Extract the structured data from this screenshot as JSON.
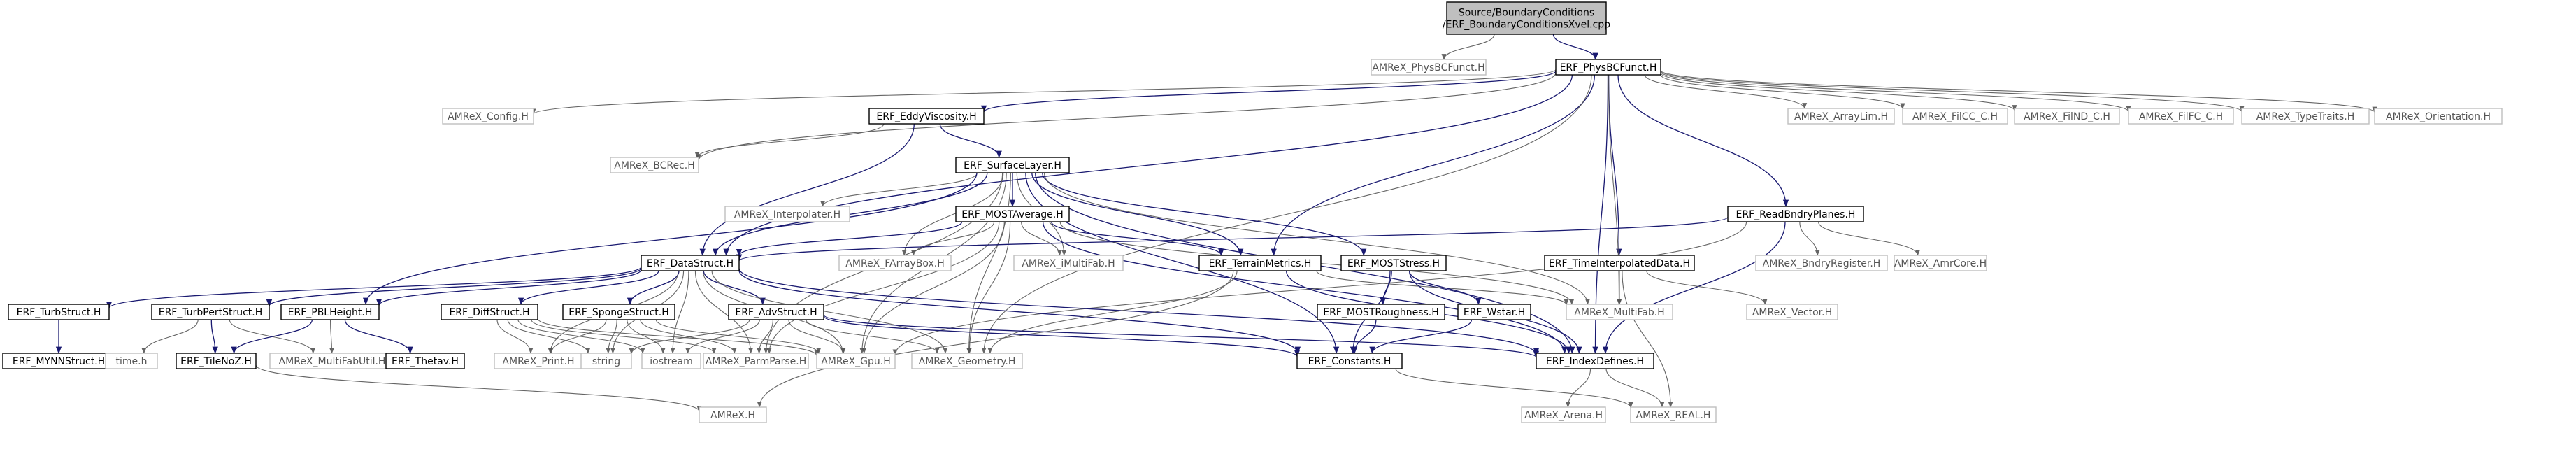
{
  "nodes": [
    {
      "id": "root",
      "lines": [
        "Source/BoundaryConditions",
        "/ERF_BoundaryConditionsXvel.cpp"
      ],
      "kind": "root"
    },
    {
      "id": "physbcfunct_amrex",
      "lines": [
        "AMReX_PhysBCFunct.H"
      ],
      "kind": "ext"
    },
    {
      "id": "physbcfunct",
      "lines": [
        "ERF_PhysBCFunct.H"
      ],
      "kind": "box"
    },
    {
      "id": "config",
      "lines": [
        "AMReX_Config.H"
      ],
      "kind": "ext"
    },
    {
      "id": "eddy",
      "lines": [
        "ERF_EddyViscosity.H"
      ],
      "kind": "box"
    },
    {
      "id": "arraylim",
      "lines": [
        "AMReX_ArrayLim.H"
      ],
      "kind": "ext"
    },
    {
      "id": "filcc",
      "lines": [
        "AMReX_FilCC_C.H"
      ],
      "kind": "ext"
    },
    {
      "id": "filnd",
      "lines": [
        "AMReX_FilND_C.H"
      ],
      "kind": "ext"
    },
    {
      "id": "filfc",
      "lines": [
        "AMReX_FilFC_C.H"
      ],
      "kind": "ext"
    },
    {
      "id": "typetraits",
      "lines": [
        "AMReX_TypeTraits.H"
      ],
      "kind": "ext"
    },
    {
      "id": "orientation",
      "lines": [
        "AMReX_Orientation.H"
      ],
      "kind": "ext"
    },
    {
      "id": "bcrec",
      "lines": [
        "AMReX_BCRec.H"
      ],
      "kind": "ext"
    },
    {
      "id": "surfacelayer",
      "lines": [
        "ERF_SurfaceLayer.H"
      ],
      "kind": "box"
    },
    {
      "id": "readbndry",
      "lines": [
        "ERF_ReadBndryPlanes.H"
      ],
      "kind": "box"
    },
    {
      "id": "interpolater",
      "lines": [
        "AMReX_Interpolater.H"
      ],
      "kind": "ext"
    },
    {
      "id": "mostaverage",
      "lines": [
        "ERF_MOSTAverage.H"
      ],
      "kind": "box"
    },
    {
      "id": "bndryregister",
      "lines": [
        "AMReX_BndryRegister.H"
      ],
      "kind": "ext"
    },
    {
      "id": "amrcore",
      "lines": [
        "AMReX_AmrCore.H"
      ],
      "kind": "ext"
    },
    {
      "id": "datastruct",
      "lines": [
        "ERF_DataStruct.H"
      ],
      "kind": "box"
    },
    {
      "id": "farraybox",
      "lines": [
        "AMReX_FArrayBox.H"
      ],
      "kind": "ext"
    },
    {
      "id": "imultifab",
      "lines": [
        "AMReX_iMultiFab.H"
      ],
      "kind": "ext"
    },
    {
      "id": "terrain",
      "lines": [
        "ERF_TerrainMetrics.H"
      ],
      "kind": "box"
    },
    {
      "id": "moststress",
      "lines": [
        "ERF_MOSTStress.H"
      ],
      "kind": "box"
    },
    {
      "id": "timeinterp",
      "lines": [
        "ERF_TimeInterpolatedData.H"
      ],
      "kind": "box"
    },
    {
      "id": "multifab",
      "lines": [
        "AMReX_MultiFab.H"
      ],
      "kind": "ext"
    },
    {
      "id": "turbstruct",
      "lines": [
        "ERF_TurbStruct.H"
      ],
      "kind": "box"
    },
    {
      "id": "turbpert",
      "lines": [
        "ERF_TurbPertStruct.H"
      ],
      "kind": "box"
    },
    {
      "id": "pblheight",
      "lines": [
        "ERF_PBLHeight.H"
      ],
      "kind": "box"
    },
    {
      "id": "diffstruct",
      "lines": [
        "ERF_DiffStruct.H"
      ],
      "kind": "box"
    },
    {
      "id": "spongestruct",
      "lines": [
        "ERF_SpongeStruct.H"
      ],
      "kind": "box"
    },
    {
      "id": "advstruct",
      "lines": [
        "ERF_AdvStruct.H"
      ],
      "kind": "box"
    },
    {
      "id": "mostroughness",
      "lines": [
        "ERF_MOSTRoughness.H"
      ],
      "kind": "box"
    },
    {
      "id": "wstar",
      "lines": [
        "ERF_Wstar.H"
      ],
      "kind": "box"
    },
    {
      "id": "vector",
      "lines": [
        "AMReX_Vector.H"
      ],
      "kind": "ext"
    },
    {
      "id": "mynn",
      "lines": [
        "ERF_MYNNStruct.H"
      ],
      "kind": "box"
    },
    {
      "id": "timeh",
      "lines": [
        "time.h"
      ],
      "kind": "ext"
    },
    {
      "id": "tilenoz",
      "lines": [
        "ERF_TileNoZ.H"
      ],
      "kind": "box"
    },
    {
      "id": "multifabutil",
      "lines": [
        "AMReX_MultiFabUtil.H"
      ],
      "kind": "ext"
    },
    {
      "id": "thetav",
      "lines": [
        "ERF_Thetav.H"
      ],
      "kind": "box"
    },
    {
      "id": "print",
      "lines": [
        "AMReX_Print.H"
      ],
      "kind": "ext"
    },
    {
      "id": "string",
      "lines": [
        "string"
      ],
      "kind": "ext"
    },
    {
      "id": "iostream",
      "lines": [
        "iostream"
      ],
      "kind": "ext"
    },
    {
      "id": "parmparse",
      "lines": [
        "AMReX_ParmParse.H"
      ],
      "kind": "ext"
    },
    {
      "id": "gpu",
      "lines": [
        "AMReX_Gpu.H"
      ],
      "kind": "ext"
    },
    {
      "id": "geometry",
      "lines": [
        "AMReX_Geometry.H"
      ],
      "kind": "ext"
    },
    {
      "id": "constants",
      "lines": [
        "ERF_Constants.H"
      ],
      "kind": "box"
    },
    {
      "id": "indexdefines",
      "lines": [
        "ERF_IndexDefines.H"
      ],
      "kind": "box"
    },
    {
      "id": "amrex",
      "lines": [
        "AMReX.H"
      ],
      "kind": "ext"
    },
    {
      "id": "arena",
      "lines": [
        "AMReX_Arena.H"
      ],
      "kind": "ext"
    },
    {
      "id": "real",
      "lines": [
        "AMReX_REAL.H"
      ],
      "kind": "ext"
    }
  ],
  "edges": [
    [
      "root",
      "physbcfunct_amrex"
    ],
    [
      "root",
      "physbcfunct"
    ],
    [
      "physbcfunct",
      "config"
    ],
    [
      "physbcfunct",
      "eddy"
    ],
    [
      "physbcfunct",
      "arraylim"
    ],
    [
      "physbcfunct",
      "filcc"
    ],
    [
      "physbcfunct",
      "filnd"
    ],
    [
      "physbcfunct",
      "filfc"
    ],
    [
      "physbcfunct",
      "typetraits"
    ],
    [
      "physbcfunct",
      "orientation"
    ],
    [
      "physbcfunct",
      "bcrec"
    ],
    [
      "physbcfunct",
      "readbndry"
    ],
    [
      "physbcfunct",
      "timeinterp"
    ],
    [
      "physbcfunct",
      "datastruct"
    ],
    [
      "physbcfunct",
      "terrain"
    ],
    [
      "physbcfunct",
      "multifab"
    ],
    [
      "physbcfunct",
      "geometry"
    ],
    [
      "physbcfunct",
      "indexdefines"
    ],
    [
      "eddy",
      "bcrec"
    ],
    [
      "eddy",
      "surfacelayer"
    ],
    [
      "eddy",
      "datastruct"
    ],
    [
      "surfacelayer",
      "interpolater"
    ],
    [
      "surfacelayer",
      "mostaverage"
    ],
    [
      "surfacelayer",
      "pblheight"
    ],
    [
      "surfacelayer",
      "datastruct"
    ],
    [
      "surfacelayer",
      "farraybox"
    ],
    [
      "surfacelayer",
      "imultifab"
    ],
    [
      "surfacelayer",
      "terrain"
    ],
    [
      "surfacelayer",
      "moststress"
    ],
    [
      "surfacelayer",
      "multifab"
    ],
    [
      "surfacelayer",
      "parmparse"
    ],
    [
      "surfacelayer",
      "gpu"
    ],
    [
      "surfacelayer",
      "geometry"
    ],
    [
      "surfacelayer",
      "constants"
    ],
    [
      "surfacelayer",
      "indexdefines"
    ],
    [
      "mostaverage",
      "datastruct"
    ],
    [
      "mostaverage",
      "farraybox"
    ],
    [
      "mostaverage",
      "imultifab"
    ],
    [
      "mostaverage",
      "terrain"
    ],
    [
      "mostaverage",
      "multifab"
    ],
    [
      "mostaverage",
      "parmparse"
    ],
    [
      "mostaverage",
      "gpu"
    ],
    [
      "mostaverage",
      "geometry"
    ],
    [
      "mostaverage",
      "indexdefines"
    ],
    [
      "readbndry",
      "bndryregister"
    ],
    [
      "readbndry",
      "amrcore"
    ],
    [
      "readbndry",
      "datastruct"
    ],
    [
      "readbndry",
      "indexdefines"
    ],
    [
      "readbndry",
      "gpu"
    ],
    [
      "timeinterp",
      "multifab"
    ],
    [
      "timeinterp",
      "vector"
    ],
    [
      "timeinterp",
      "real"
    ],
    [
      "datastruct",
      "turbstruct"
    ],
    [
      "datastruct",
      "turbpert"
    ],
    [
      "datastruct",
      "pblheight"
    ],
    [
      "datastruct",
      "diffstruct"
    ],
    [
      "datastruct",
      "spongestruct"
    ],
    [
      "datastruct",
      "advstruct"
    ],
    [
      "datastruct",
      "string"
    ],
    [
      "datastruct",
      "iostream"
    ],
    [
      "datastruct",
      "parmparse"
    ],
    [
      "datastruct",
      "print"
    ],
    [
      "datastruct",
      "gpu"
    ],
    [
      "datastruct",
      "geometry"
    ],
    [
      "datastruct",
      "constants"
    ],
    [
      "datastruct",
      "indexdefines"
    ],
    [
      "terrain",
      "indexdefines"
    ],
    [
      "terrain",
      "geometry"
    ],
    [
      "terrain",
      "amrex"
    ],
    [
      "terrain",
      "multifab"
    ],
    [
      "moststress",
      "mostroughness"
    ],
    [
      "moststress",
      "wstar"
    ],
    [
      "moststress",
      "constants"
    ],
    [
      "moststress",
      "indexdefines"
    ],
    [
      "mostroughness",
      "constants"
    ],
    [
      "wstar",
      "constants"
    ],
    [
      "turbstruct",
      "mynn"
    ],
    [
      "turbpert",
      "timeh"
    ],
    [
      "turbpert",
      "tilenoz"
    ],
    [
      "turbpert",
      "multifabutil"
    ],
    [
      "pblheight",
      "tilenoz"
    ],
    [
      "pblheight",
      "multifabutil"
    ],
    [
      "pblheight",
      "thetav"
    ],
    [
      "diffstruct",
      "print"
    ],
    [
      "diffstruct",
      "string"
    ],
    [
      "diffstruct",
      "iostream"
    ],
    [
      "diffstruct",
      "parmparse"
    ],
    [
      "diffstruct",
      "gpu"
    ],
    [
      "spongestruct",
      "string"
    ],
    [
      "spongestruct",
      "iostream"
    ],
    [
      "spongestruct",
      "parmparse"
    ],
    [
      "spongestruct",
      "gpu"
    ],
    [
      "spongestruct",
      "print"
    ],
    [
      "advstruct",
      "string"
    ],
    [
      "advstruct",
      "iostream"
    ],
    [
      "advstruct",
      "parmparse"
    ],
    [
      "advstruct",
      "gpu"
    ],
    [
      "advstruct",
      "geometry"
    ],
    [
      "advstruct",
      "constants"
    ],
    [
      "advstruct",
      "indexdefines"
    ],
    [
      "tilenoz",
      "amrex"
    ],
    [
      "constants",
      "real"
    ],
    [
      "indexdefines",
      "arena"
    ],
    [
      "indexdefines",
      "real"
    ]
  ]
}
